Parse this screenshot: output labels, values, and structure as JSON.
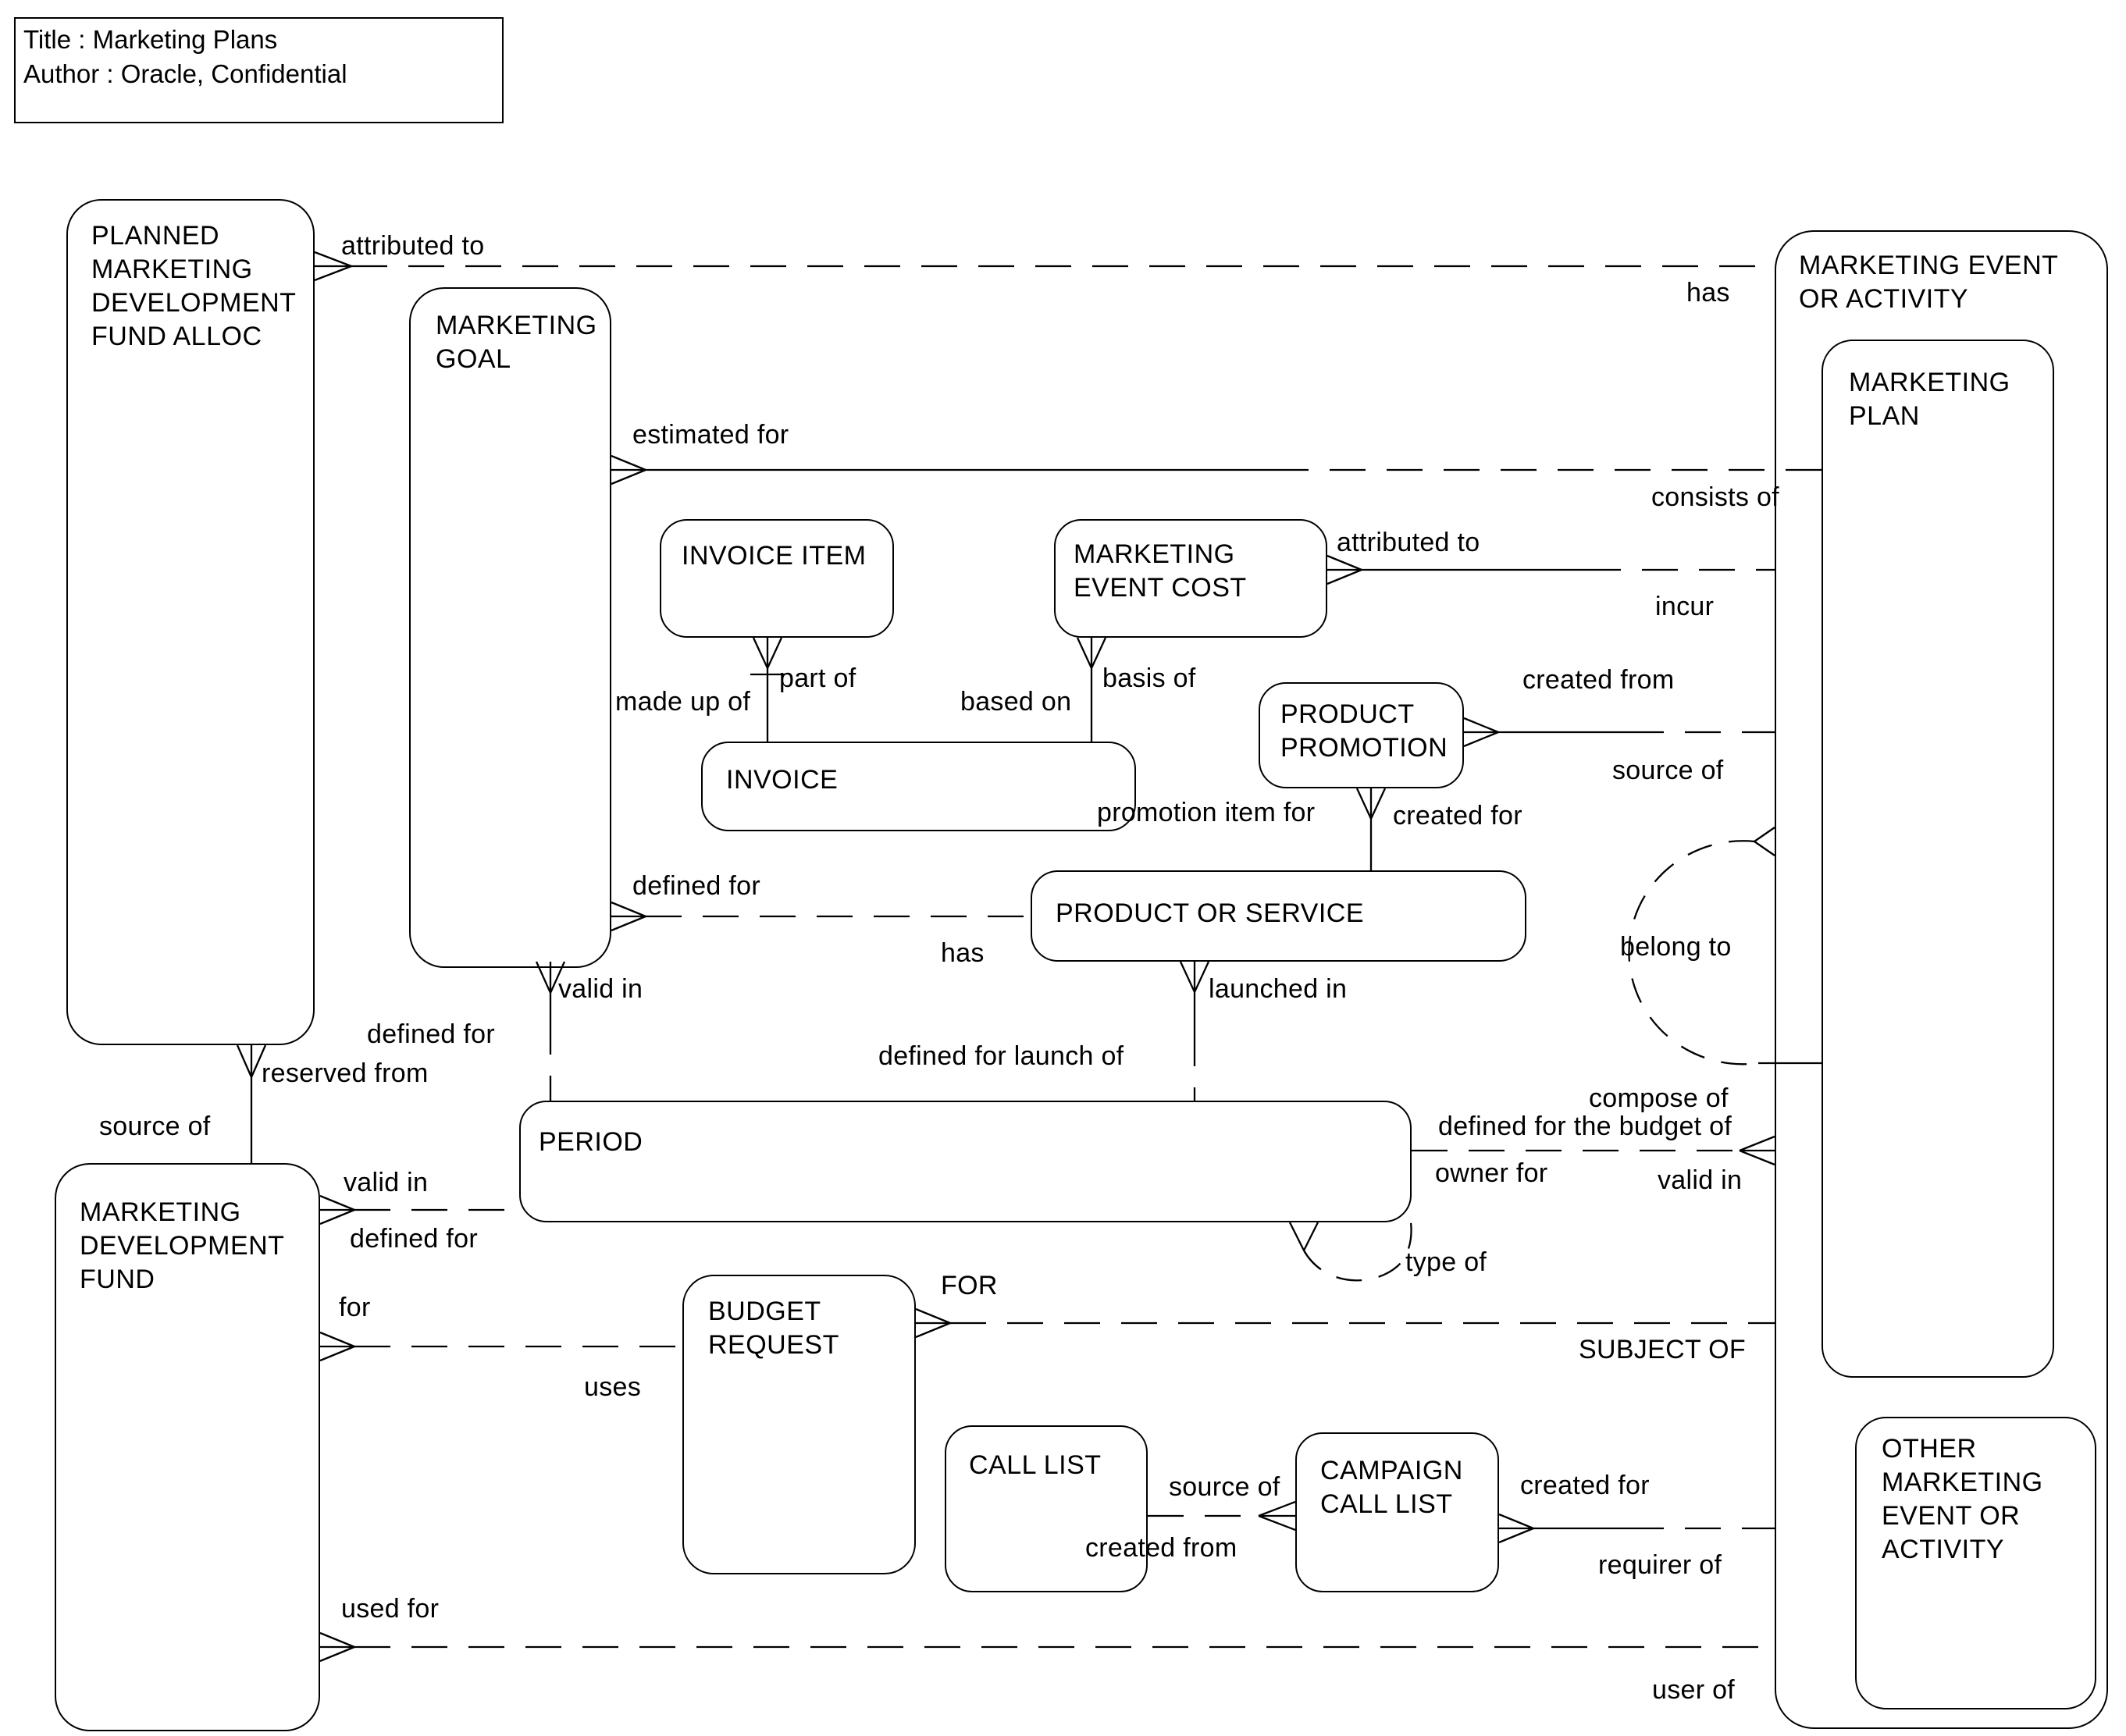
{
  "colors": {
    "ink": "#000000",
    "background": "#ffffff"
  },
  "title_block": {
    "title": "Title : Marketing Plans",
    "author": "Author : Oracle, Confidential"
  },
  "entities": {
    "planned_mdf_alloc": "PLANNED MARKETING DEVELOPMENT FUND ALLOC",
    "marketing_goal": "MARKETING GOAL",
    "invoice_item": "INVOICE ITEM",
    "marketing_event_cost": "MARKETING EVENT COST",
    "product_promotion": "PRODUCT PROMOTION",
    "invoice": "INVOICE",
    "product_or_service": "PRODUCT OR SERVICE",
    "period": "PERIOD",
    "marketing_development_fund": "MARKETING DEVELOPMENT FUND",
    "budget_request": "BUDGET REQUEST",
    "call_list": "CALL LIST",
    "campaign_call_list": "CAMPAIGN CALL LIST",
    "marketing_event_or_activity": "MARKETING EVENT OR ACTIVITY",
    "marketing_plan": "MARKETING PLAN",
    "other_marketing_event_or_activity": "OTHER MARKETING EVENT OR ACTIVITY"
  },
  "rel": {
    "attributed_to_alloc": "attributed to",
    "has_event": "has",
    "estimated_for": "estimated for",
    "consists_of": "consists of",
    "attributed_to_cost": "attributed to",
    "incur": "incur",
    "created_from_promo": "created from",
    "source_of_promo": "source of",
    "part_of": "part of",
    "made_up_of": "made up of",
    "based_on": "based on",
    "basis_of": "basis of",
    "promotion_item_for": "promotion item for",
    "created_for_promo": "created for",
    "defined_for_goal": "defined for",
    "has_product": "has",
    "belong_to": "belong to",
    "valid_in_goal": "valid in",
    "launched_in": "launched in",
    "defined_for_alloc": "defined for",
    "reserved_from": "reserved from",
    "source_of_fund": "source of",
    "defined_for_launch_of": "defined for launch of",
    "compose_of": "compose of",
    "defined_for_the_budget_of": "defined for the budget of",
    "owner_for": "owner for",
    "valid_in_plan": "valid in",
    "valid_in_fund": "valid in",
    "defined_for_fund": "defined for",
    "type_of": "type of",
    "for_fund": "for",
    "for_plan": "FOR",
    "uses": "uses",
    "subject_of": "SUBJECT OF",
    "source_of_call_list": "source of",
    "created_from_call_list": "created from",
    "created_for_campaign": "created for",
    "requirer_of": "requirer of",
    "used_for": "used for",
    "user_of": "user of"
  }
}
